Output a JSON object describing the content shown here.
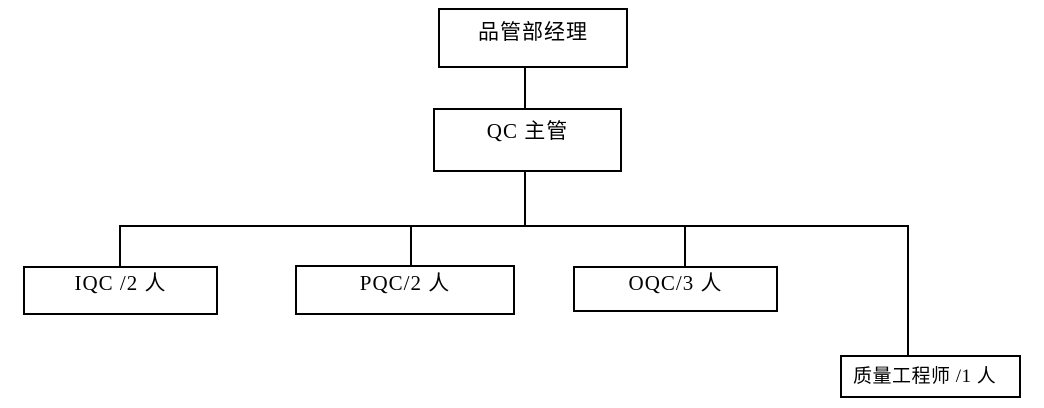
{
  "diagram": {
    "type": "org-chart",
    "colors": {
      "background": "#ffffff",
      "line": "#000000",
      "box_border": "#000000",
      "text": "#000000"
    },
    "nodes": [
      {
        "id": "manager",
        "label": "品管部经理",
        "level": 1,
        "parent": null
      },
      {
        "id": "qc-supervisor",
        "label": "QC 主管",
        "level": 2,
        "parent": "manager"
      },
      {
        "id": "iqc",
        "label": "IQC /2 人",
        "level": 3,
        "parent": "qc-supervisor"
      },
      {
        "id": "pqc",
        "label": "PQC/2 人",
        "level": 3,
        "parent": "qc-supervisor"
      },
      {
        "id": "oqc",
        "label": "OQC/3 人",
        "level": 3,
        "parent": "qc-supervisor"
      },
      {
        "id": "quality-engineer",
        "label": "质量工程师 /1 人",
        "level": 3,
        "parent": "qc-supervisor"
      }
    ]
  }
}
